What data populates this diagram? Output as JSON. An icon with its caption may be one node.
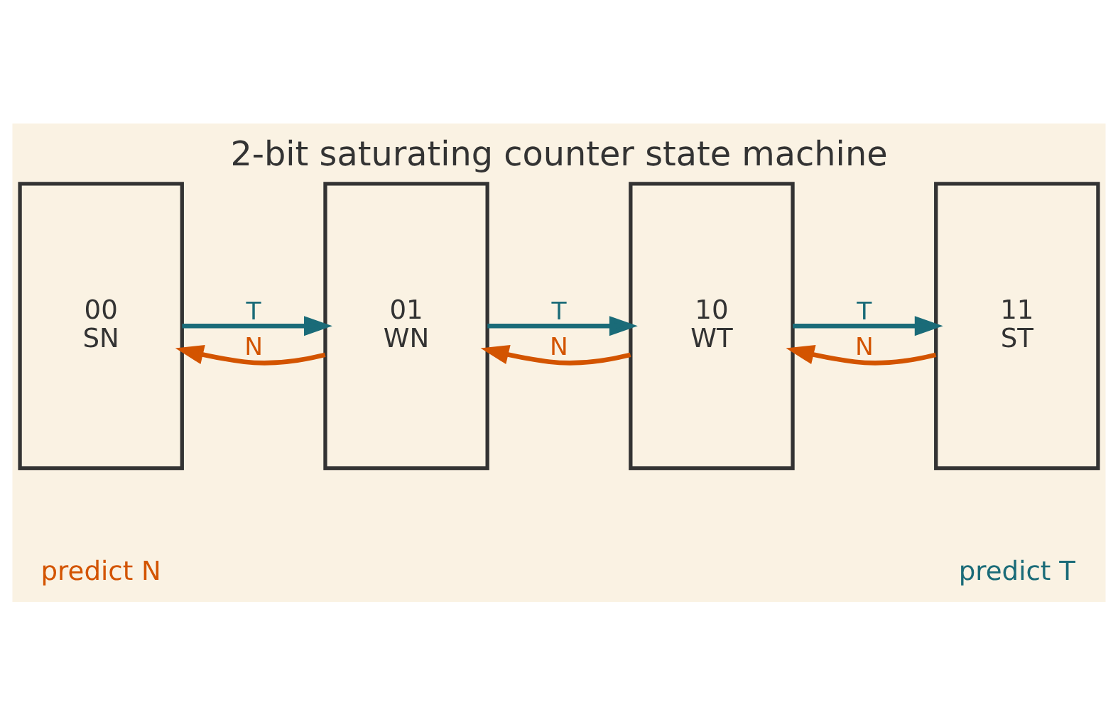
{
  "diagram": {
    "title": "2-bit saturating counter state machine",
    "nodes": [
      {
        "text": [
          "00",
          "SN"
        ]
      },
      {
        "text": [
          "01",
          "WN"
        ]
      },
      {
        "text": [
          "10",
          "WT"
        ]
      },
      {
        "text": [
          "11",
          "ST"
        ]
      }
    ],
    "edges": [
      {
        "from": 0,
        "to": 1,
        "arrow": "to",
        "label": "T",
        "color": "#1a6b78"
      },
      {
        "from": 1,
        "to": 0,
        "arrow": "to",
        "label": "N",
        "color": "#d35400"
      },
      {
        "from": 1,
        "to": 2,
        "arrow": "to",
        "label": "T",
        "color": "#1a6b78"
      },
      {
        "from": 2,
        "to": 1,
        "arrow": "to",
        "label": "N",
        "color": "#d35400"
      },
      {
        "from": 2,
        "to": 3,
        "arrow": "to",
        "label": "T",
        "color": "#1a6b78"
      },
      {
        "from": 3,
        "to": 2,
        "arrow": "to",
        "label": "N",
        "color": "#d35400"
      }
    ],
    "labels": [
      "predict N",
      "predict T"
    ]
  }
}
